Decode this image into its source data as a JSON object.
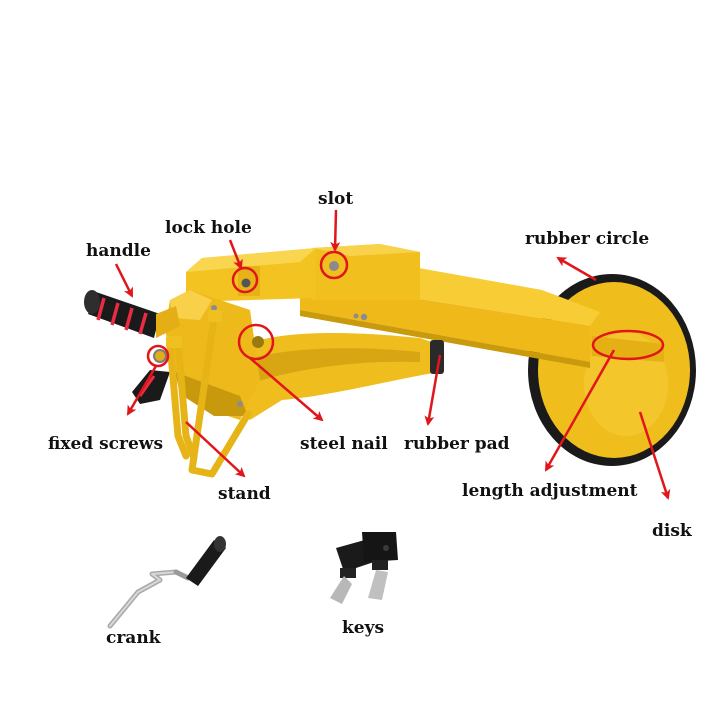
{
  "colors": {
    "body_yellow": "#f2c11f",
    "body_shadow": "#c99a0c",
    "annotation_red": "#e0161b",
    "rubber_black": "#1a1a1a",
    "label_text": "#111111"
  },
  "labels": {
    "handle": "handle",
    "lock_hole": "lock hole",
    "slot": "slot",
    "rubber_circle": "rubber circle",
    "fixed_screws": "fixed screws",
    "steel_nail": "steel nail",
    "rubber_pad": "rubber pad",
    "stand": "stand",
    "length_adjustment": "length adjustment",
    "disk": "disk",
    "crank": "crank",
    "keys": "keys"
  }
}
